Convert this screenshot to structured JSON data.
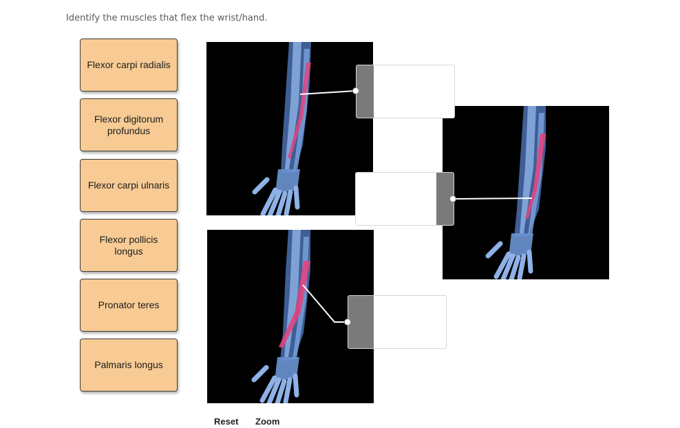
{
  "prompt": "Identify the muscles that flex the wrist/hand.",
  "terms": [
    {
      "label": "Flexor carpi radialis"
    },
    {
      "label": "Flexor digitorum profundus"
    },
    {
      "label": "Flexor carpi ulnaris"
    },
    {
      "label": "Flexor pollicis longus"
    },
    {
      "label": "Pronator teres"
    },
    {
      "label": "Palmaris longus"
    }
  ],
  "controls": {
    "reset": "Reset",
    "zoom": "Zoom"
  },
  "colors": {
    "term_bg": "#f8cb94",
    "panel_bg": "#000000",
    "bone_blue": "#5b86c8",
    "muscle_pink": "#e0457f",
    "dropzone_grey": "#7a7a7a"
  }
}
